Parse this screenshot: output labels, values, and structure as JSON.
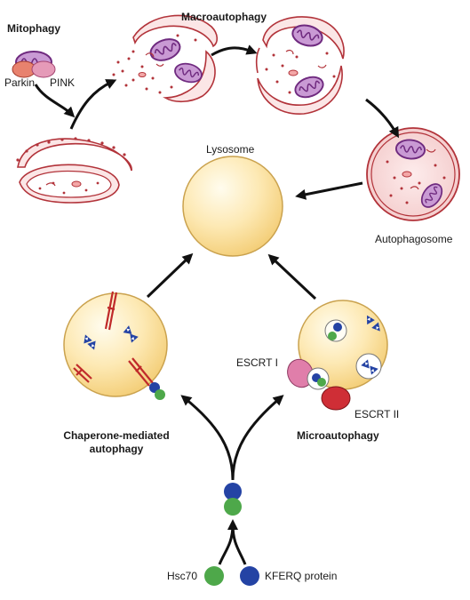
{
  "labels": {
    "mitophagy": "Mitophagy",
    "parkin": "Parkin",
    "pink": "PINK",
    "macroautophagy": "Macroautophagy",
    "lysosome": "Lysosome",
    "autophagosome": "Autophagosome",
    "escrt1": "ESCRT I",
    "escrt2": "ESCRT II",
    "cma_line1": "Chaperone-mediated",
    "cma_line2": "autophagy",
    "microautophagy": "Microautophagy",
    "hsc70": "Hsc70",
    "kferq": "KFERQ protein"
  },
  "colors": {
    "lysosome_fill": "#fbe3a1",
    "lysosome_core": "#fffbe9",
    "membrane_fill": "#fbe6e6",
    "membrane_stroke": "#b2333a",
    "mito_fill": "#c99ad4",
    "mito_stroke": "#6f2a7f",
    "parkin": "#e8826e",
    "pink": "#e59ab8",
    "escrt1": "#e07eaa",
    "escrt2": "#cf2e36",
    "hsc70": "#4ea84a",
    "kferq": "#2443a4",
    "arrow": "#111111"
  }
}
